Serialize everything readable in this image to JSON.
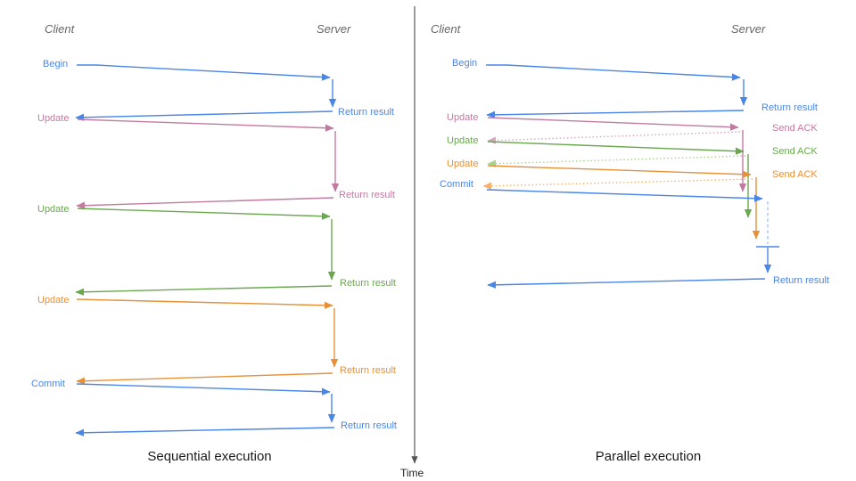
{
  "colors": {
    "blue": "#4a86e8",
    "pink": "#c27ba0",
    "green": "#6aa84f",
    "orange": "#e69138",
    "light_blue": "#a4c2f4",
    "light_pink": "#d5a6bd",
    "light_green": "#a9d18e",
    "light_orange": "#f6b26b",
    "axis": "#555555",
    "actor": "#666666"
  },
  "time_axis": {
    "label": "Time"
  },
  "sequential": {
    "title": "Sequential execution",
    "client_label": "Client",
    "server_label": "Server",
    "begin": "Begin",
    "return_result_1": "Return result",
    "update_1": "Update",
    "return_result_2": "Return result",
    "update_2": "Update",
    "return_result_3": "Return result",
    "update_3": "Update",
    "return_result_4": "Return result",
    "commit": "Commit",
    "return_result_5": "Return result"
  },
  "parallel": {
    "title": "Parallel execution",
    "client_label": "Client",
    "server_label": "Server",
    "begin": "Begin",
    "return_result_1": "Return result",
    "update_1": "Update",
    "send_ack_1": "Send ACK",
    "update_2": "Update",
    "send_ack_2": "Send ACK",
    "update_3": "Update",
    "send_ack_3": "Send ACK",
    "commit": "Commit",
    "return_result_2": "Return result"
  }
}
